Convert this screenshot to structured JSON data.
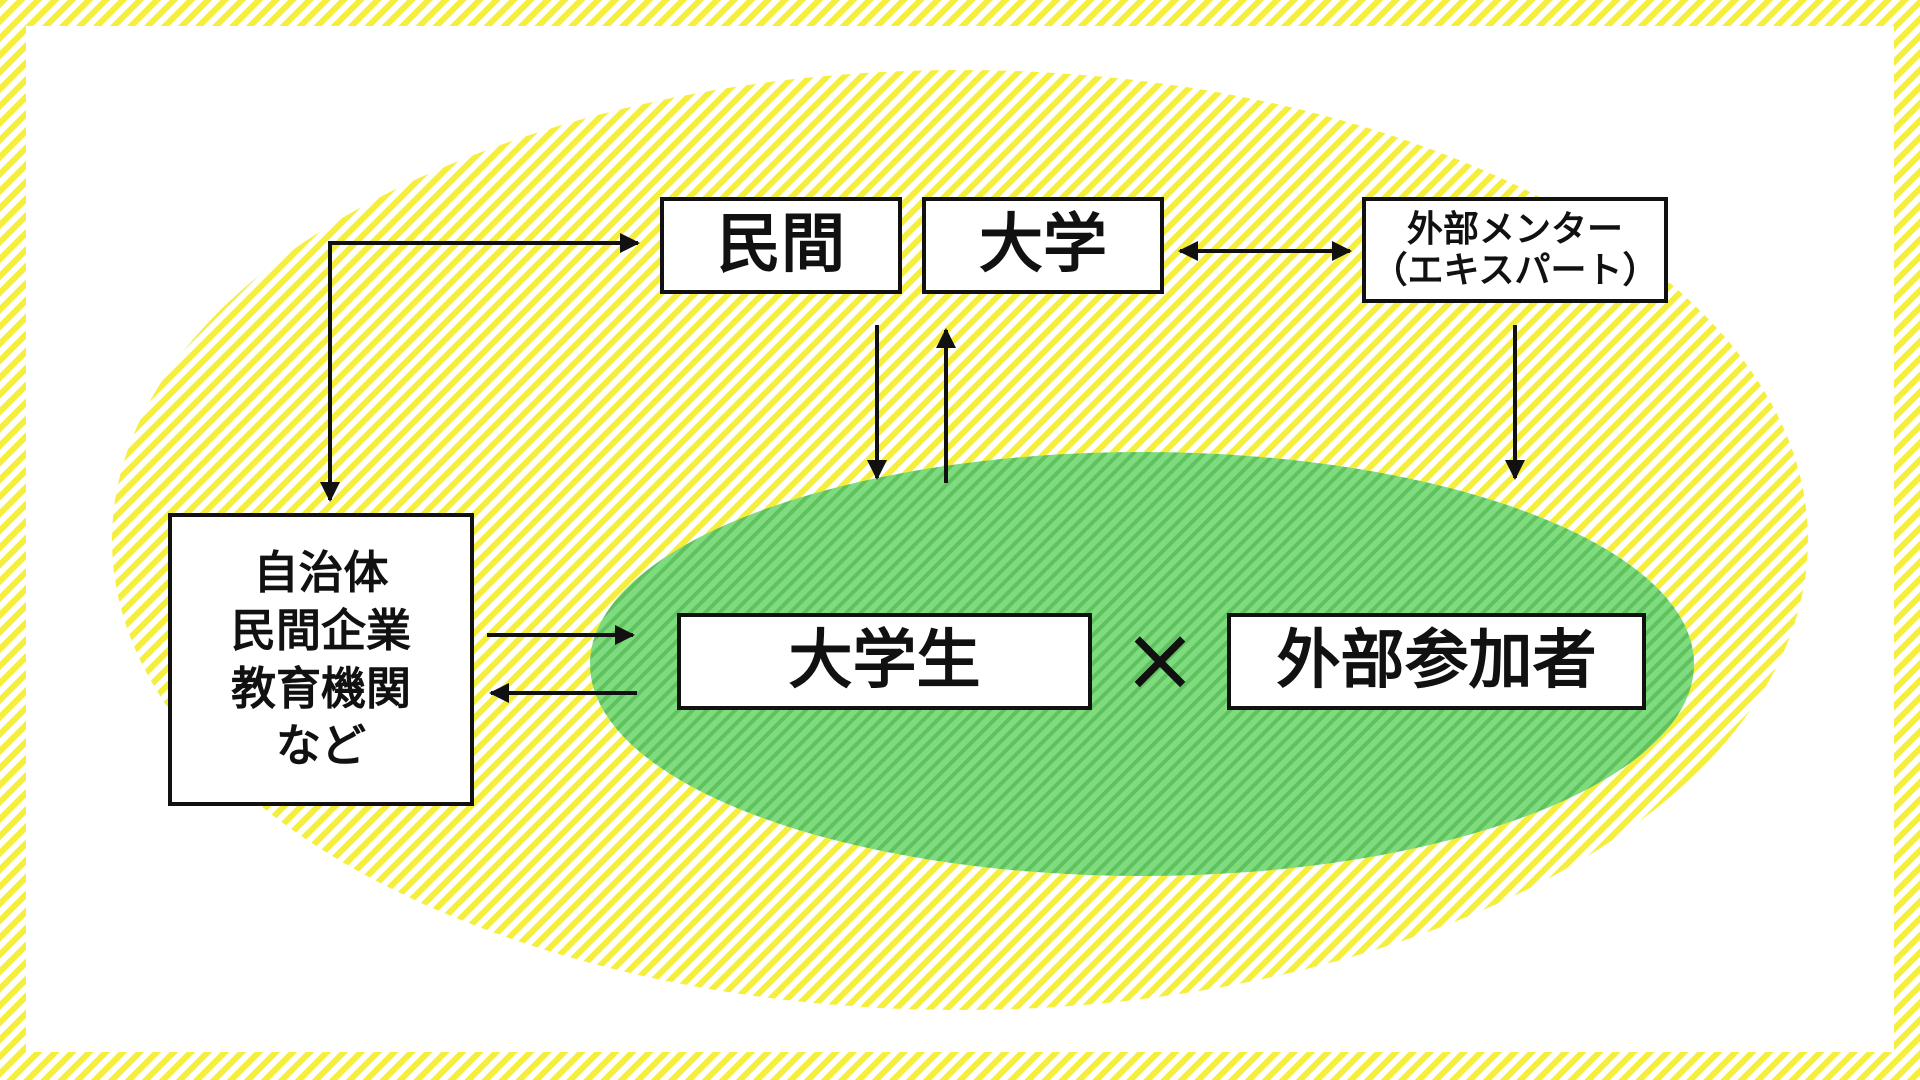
{
  "colors": {
    "outer_ellipse": "#f5ee3d",
    "inner_ellipse": "#6fd16f",
    "stroke": "#111111",
    "box_fill": "#ffffff"
  },
  "nodes": {
    "minkan": "民間",
    "daigaku": "大学",
    "mentor": [
      "外部メンター",
      "（エキスパート）"
    ],
    "gov": [
      "自治体",
      "民間企業",
      "教育機関",
      "など"
    ],
    "students": "大学生",
    "times": "×",
    "external": "外部参加者"
  }
}
